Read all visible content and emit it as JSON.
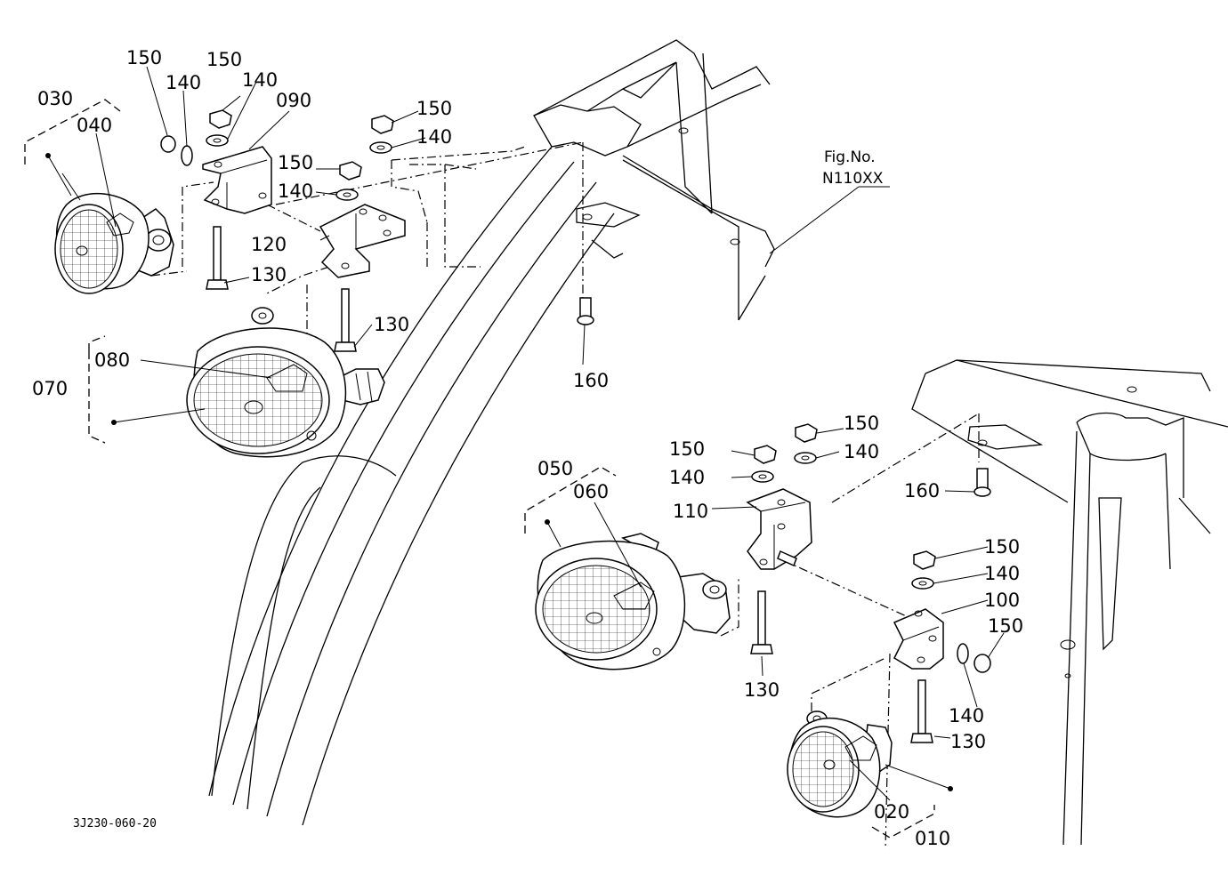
{
  "figure": {
    "reference": "Fig.No.",
    "reference_number": "N110XX",
    "drawing_code": "3J230-060-20"
  },
  "callouts": {
    "c010": "010",
    "c020": "020",
    "c030": "030",
    "c040": "040",
    "c050": "050",
    "c060": "060",
    "c070": "070",
    "c080": "080",
    "c090": "090",
    "c100": "100",
    "c110": "110",
    "c120": "120",
    "c130": "130",
    "c140": "140",
    "c150": "150",
    "c160": "160"
  }
}
